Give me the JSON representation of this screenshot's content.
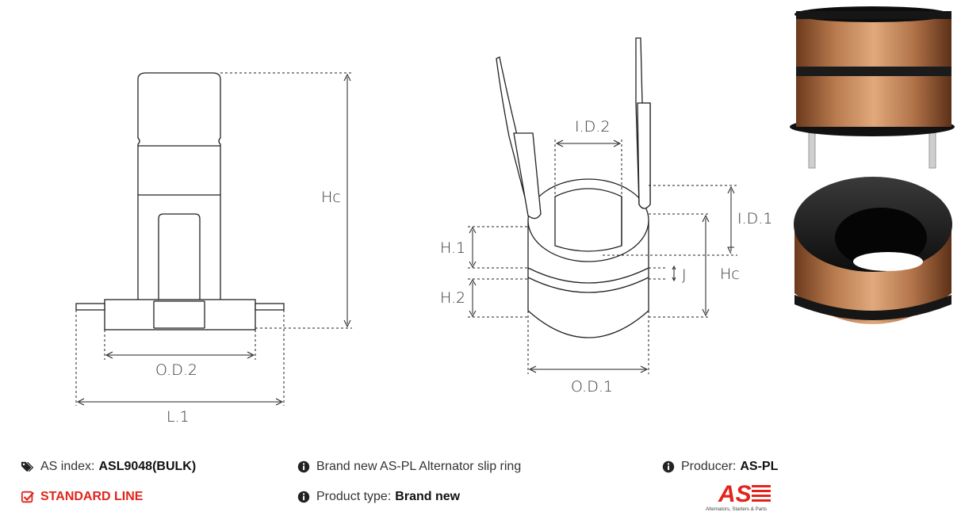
{
  "diagram": {
    "left": {
      "hc": "Hc",
      "od2": "O.D.2",
      "l1": "L.1"
    },
    "middle": {
      "id2": "I.D.2",
      "id1": "I.D.1",
      "h1": "H.1",
      "h2": "H.2",
      "j": "J",
      "hc": "Hc",
      "od1": "O.D.1"
    }
  },
  "info": {
    "as_index_label": "AS index:",
    "as_index_value": "ASL9048(BULK)",
    "line_label": "STANDARD LINE",
    "description": "Brand new AS-PL Alternator slip ring",
    "product_type_label": "Product type:",
    "product_type_value": "Brand new",
    "producer_label": "Producer:",
    "producer_value": "AS-PL"
  },
  "logo": {
    "mark": "AS",
    "tagline": "Alternators, Starters & Parts",
    "color": "#e2241b"
  },
  "icons": {
    "tags": "tags-icon",
    "check": "check-square-icon",
    "info": "info-circle-icon"
  }
}
